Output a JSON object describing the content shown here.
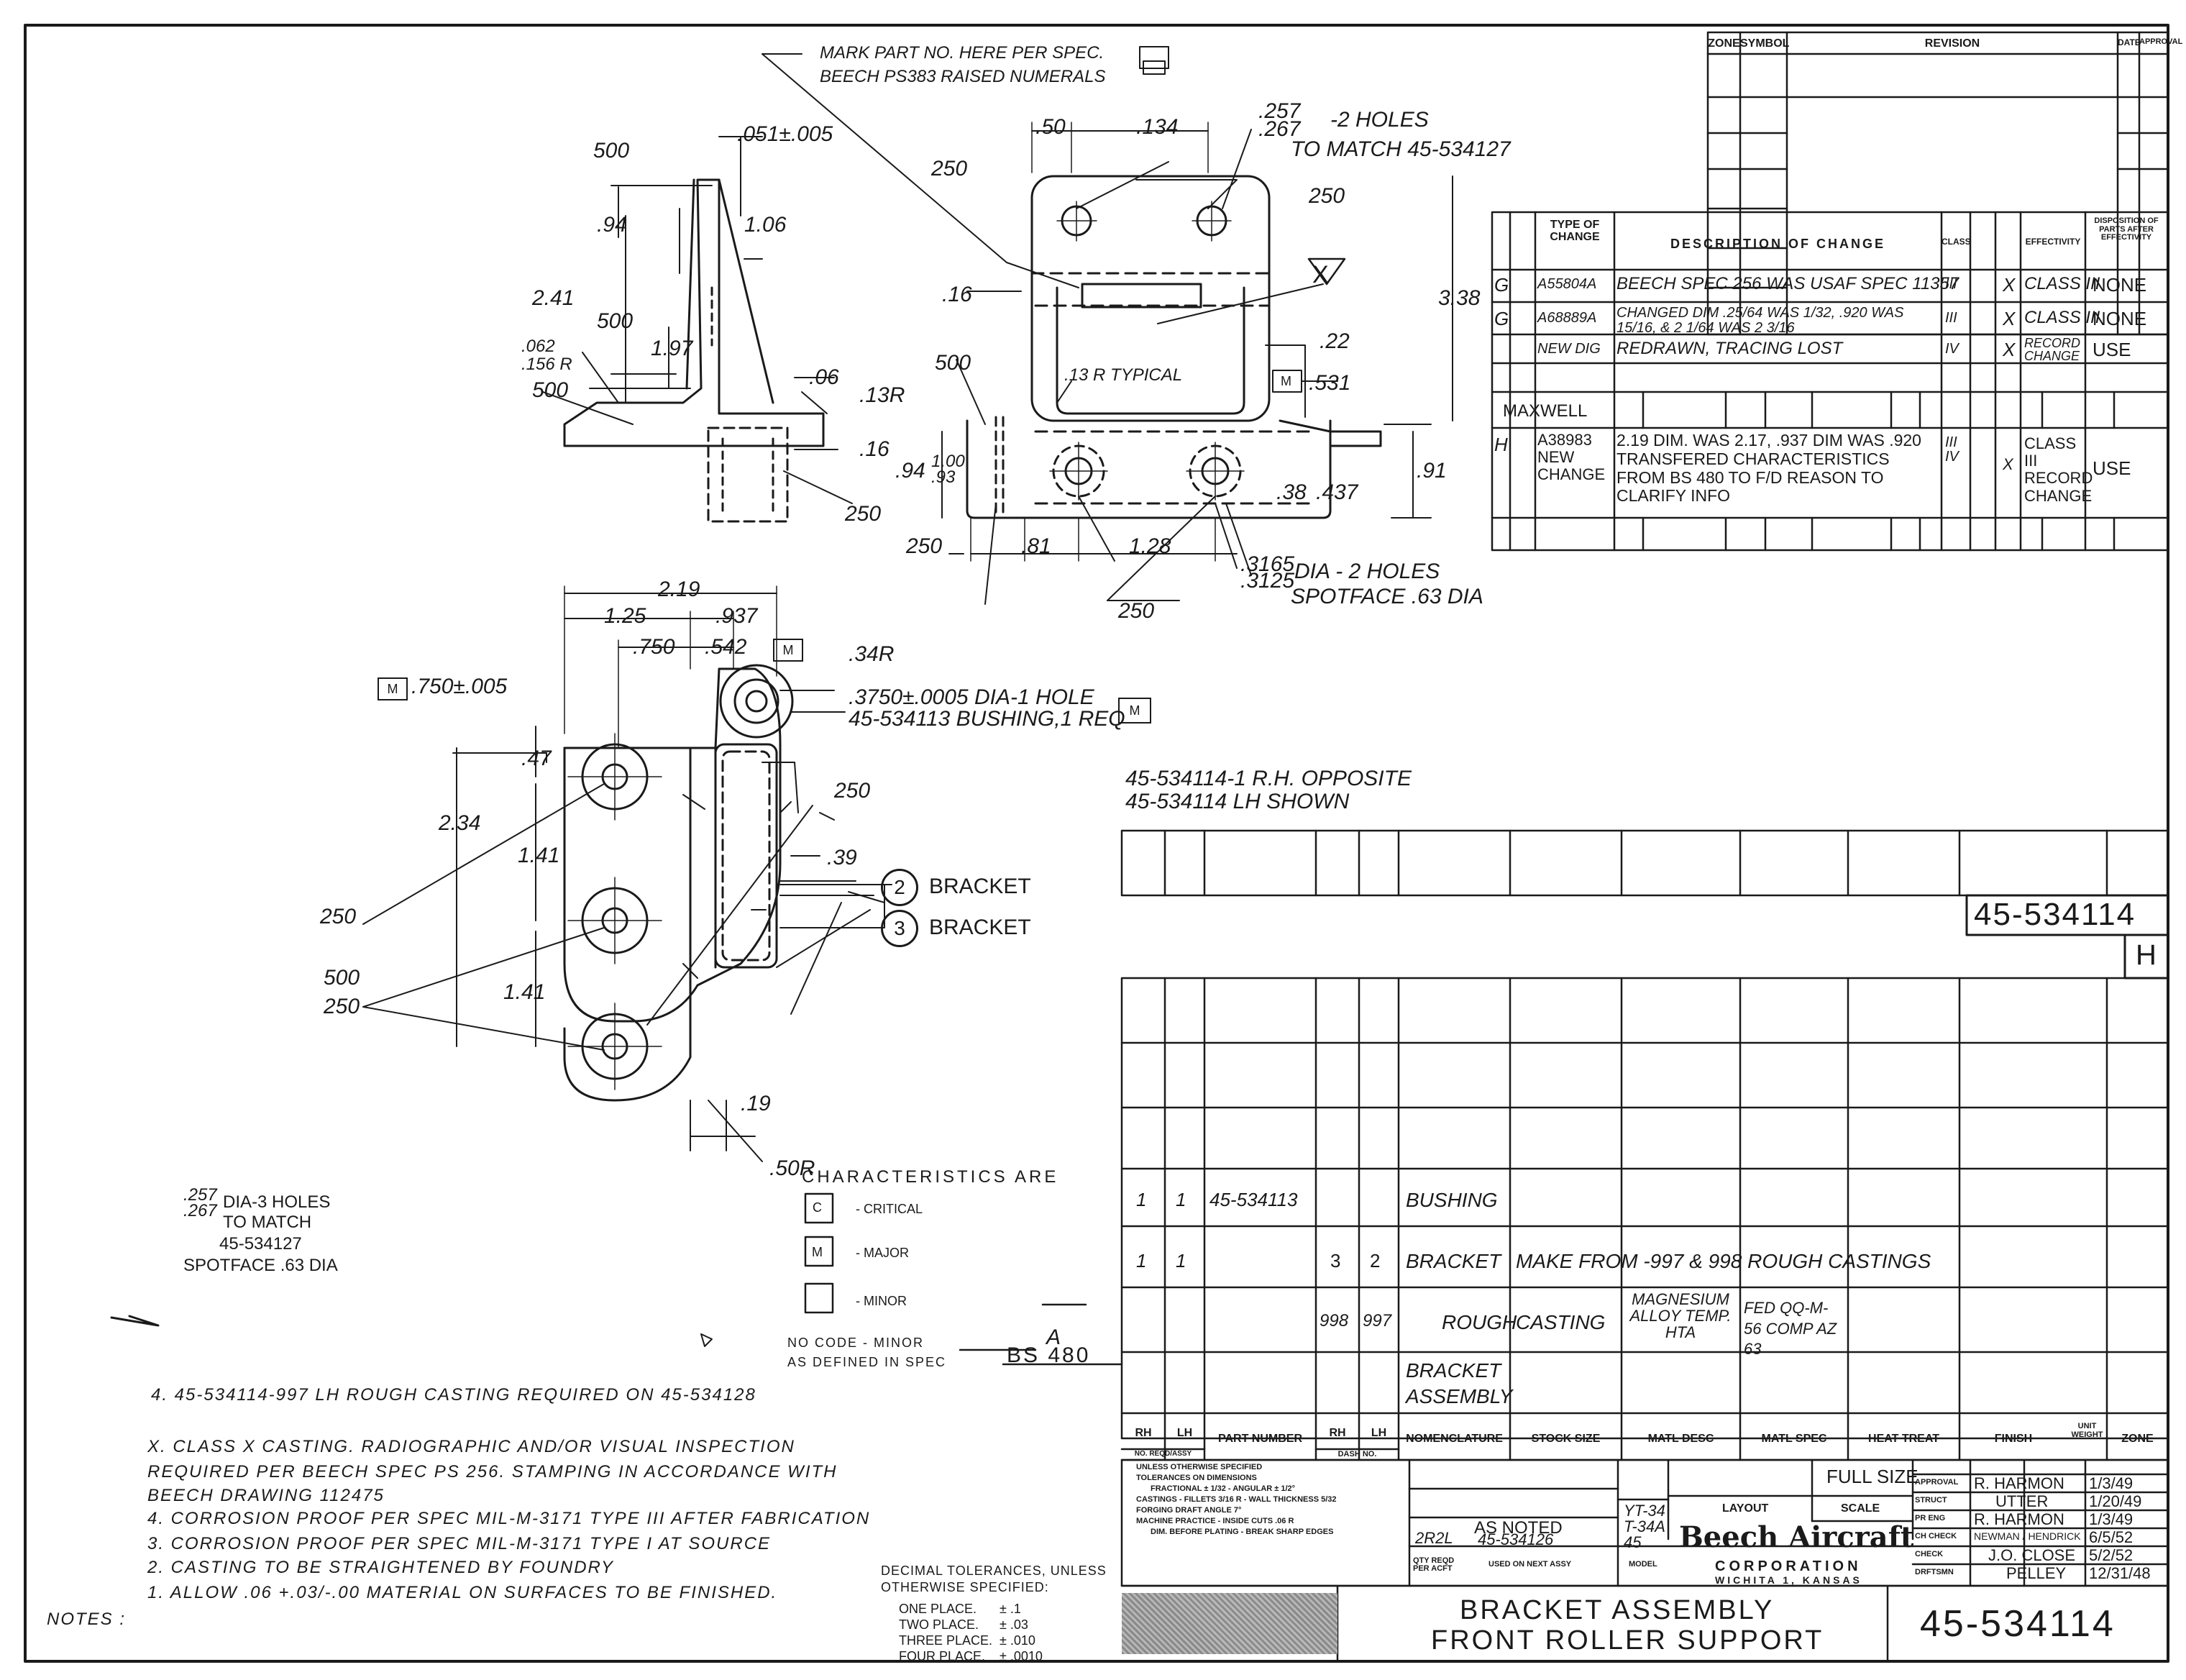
{
  "drawing_number": "45-534114",
  "revision_letter": "H",
  "title_line1": "BRACKET ASSEMBLY",
  "title_line2": "FRONT ROLLER SUPPORT",
  "top_view": {
    "mark_note_1": "MARK PART NO. HERE PER SPEC.",
    "mark_note_2": "BEECH PS383 RAISED NUMERALS",
    "dim_500": "500",
    "dim_051": ".051±.005",
    "dim_094": ".94",
    "dim_106": "1.06",
    "dim_241": "2.41",
    "dim_197": "1.97",
    "dim_062": ".062",
    "dim_156": ".156 R",
    "dim_06": ".06",
    "dim_13r": ".13R",
    "dim_16": ".16",
    "dim_250": "250",
    "dim_50": ".50",
    "dim_134": ".134",
    "holes_257": ".257",
    "holes_267": ".267",
    "holes_note": "-2 HOLES",
    "holes_match": "TO MATCH 45-534127",
    "dim_16b": ".16",
    "dim_13r_typ": ".13 R TYPICAL",
    "dim_338": "3.38",
    "dim_22": ".22",
    "dim_531": ".531",
    "dim_094b": ".94",
    "dim_100": "1.00",
    "dim_093": ".93",
    "dim_38": ".38",
    "dim_437": ".437",
    "dim_91": ".91",
    "dim_81": ".81",
    "dim_128": "1.28",
    "dim_3165": ".3165",
    "dim_3125": ".3125",
    "dia_note": "DIA - 2 HOLES",
    "spotface": "SPOTFACE .63 DIA",
    "x_symbol": "X",
    "m_symbol": "M"
  },
  "bottom_view": {
    "dim_219": "2.19",
    "dim_125": "1.25",
    "dim_937": ".937",
    "dim_750": ".750",
    "dim_542": ".542",
    "dim_34r": ".34R",
    "dim_750tol": ".750±.005",
    "bushing_hole": ".3750±.0005 DIA-1 HOLE",
    "bushing_note": "45-534113 BUSHING,1 REQ",
    "dim_47": ".47",
    "dim_234": "2.34",
    "dim_141a": "1.41",
    "dim_141b": "1.41",
    "dim_250a": "250",
    "dim_250b": "250",
    "dim_250c": "250",
    "dim_500": "500",
    "dim_39": ".39",
    "dim_19": ".19",
    "dim_50r": ".50R",
    "item2_num": "2",
    "item2": "BRACKET",
    "item3_num": "3",
    "item3": "BRACKET",
    "holes_257": ".257",
    "holes_267": ".267",
    "holes3": "DIA-3 HOLES",
    "holes3_match1": "TO MATCH",
    "holes3_match2": "45-534127",
    "holes3_spot": "SPOTFACE .63 DIA",
    "opposite_1": "45-534114-1 R.H. OPPOSITE",
    "opposite_2": "45-534114 LH SHOWN"
  },
  "characteristics": {
    "title": "CHARACTERISTICS ARE",
    "critical": "- CRITICAL",
    "major": "- MAJOR",
    "minor": "- MINOR",
    "c_box": "C",
    "m_box": "M",
    "no_code": "NO CODE - MINOR",
    "no_code_val": "A",
    "as_defined": "AS DEFINED IN SPEC",
    "spec": "BS 480"
  },
  "notes": {
    "label": "NOTES :",
    "n5": "4. 45-534114-997 LH ROUGH CASTING REQUIRED ON 45-534128",
    "nx_1": "X. CLASS X CASTING. RADIOGRAPHIC AND/OR VISUAL INSPECTION",
    "nx_2": "REQUIRED PER BEECH SPEC PS 256. STAMPING IN ACCORDANCE WITH",
    "nx_3": "BEECH DRAWING 112475",
    "n4": "4. CORROSION PROOF PER SPEC MIL-M-3171 TYPE III AFTER FABRICATION",
    "n3": "3. CORROSION PROOF PER SPEC MIL-M-3171 TYPE I AT SOURCE",
    "n2": "2. CASTING TO BE STRAIGHTENED BY FOUNDRY",
    "n1": "1. ALLOW .06 +.03/-.00 MATERIAL ON SURFACES TO BE FINISHED."
  },
  "tolerances": {
    "title1": "DECIMAL TOLERANCES, UNLESS",
    "title2": "OTHERWISE SPECIFIED:",
    "one": "ONE PLACE.",
    "one_v": "± .1",
    "two": "TWO PLACE.",
    "two_v": "± .03",
    "three": "THREE PLACE.",
    "three_v": "± .010",
    "four": "FOUR PLACE.",
    "four_v": "± .0010"
  },
  "revision_block": {
    "headers": [
      "TYPE OF CHANGE",
      "DESCRIPTION OF CHANGE",
      "CLASS",
      "EFFECTIVITY",
      "DISPOSITION OF PARTS AFTER EFFECTIVITY"
    ],
    "rows": [
      {
        "rev": "G",
        "type": "A55804A",
        "desc": "BEECH SPEC 256 WAS USAF SPEC 11357",
        "cls": "III",
        "x": "X",
        "eff": "CLASS III",
        "disp": "NONE"
      },
      {
        "rev": "G",
        "type": "A68889A",
        "desc": "CHANGED DIM .25/64 WAS 1/32, .920 WAS 15/16, & 2 1/64 WAS 2 3/16",
        "cls": "III",
        "x": "X",
        "eff": "CLASS III",
        "disp": "NONE"
      },
      {
        "rev": "",
        "type": "NEW DIG",
        "desc": "REDRAWN, TRACING LOST",
        "cls": "IV",
        "x": "X",
        "eff": "RECORD CHANGE",
        "disp": "USE"
      },
      {
        "rev": "H",
        "type": "A38983 NEW CHANGE",
        "desc": "2.19 DIM. WAS 2.17, .937 DIM WAS .920 TRANSFERED CHARACTERISTICS FROM BS 480 TO F/D REASON TO CLARIFY INFO",
        "cls": "III IV",
        "x": "X",
        "eff": "CLASS III RECORD CHANGE",
        "disp": "USE"
      }
    ],
    "signer": "MAXWELL",
    "top_header_zone": "ZONE",
    "top_header_symbol": "SYMBOL",
    "top_header_revision": "REVISION",
    "top_header_date": "DATE",
    "top_header_approval": "APPROVAL"
  },
  "bom": {
    "rows": [
      {
        "lh": "1",
        "rh": "1",
        "part": "45-534113",
        "dash_rh": "",
        "dash_lh": "",
        "nomen": "BUSHING",
        "stock": "",
        "matl_desc": "",
        "matl_spec": ""
      },
      {
        "lh": "1",
        "rh": "1",
        "part": "",
        "dash_rh": "3",
        "dash_lh": "2",
        "nomen": "BRACKET",
        "stock": "MAKE FROM -997 & 998 ROUGH CASTINGS",
        "matl_desc": "",
        "matl_spec": ""
      },
      {
        "lh": "",
        "rh": "",
        "part": "",
        "dash_rh": "998",
        "dash_lh": "997",
        "nomen": "ROUGH",
        "stock": "CASTING",
        "matl_desc": "MAGNESIUM ALLOY TEMP. HTA",
        "matl_spec": "FED QQ-M-56 COMP AZ 63"
      },
      {
        "lh": "",
        "rh": "",
        "part": "",
        "dash_rh": "",
        "dash_lh": "",
        "nomen": "BRACKET ASSEMBLY",
        "stock": "",
        "matl_desc": "",
        "matl_spec": ""
      }
    ],
    "headers": {
      "rh": "RH",
      "lh": "LH",
      "no_reqd": "NO. REQD/ASSY",
      "part": "PART NUMBER",
      "dash_rh": "RH",
      "dash_lh": "LH",
      "dash_no": "DASH NO.",
      "nomen": "NOMENCLATURE",
      "stock": "STOCK SIZE",
      "matl_desc": "MATL DESC",
      "matl_spec": "MATL SPEC",
      "heat": "HEAT TREAT",
      "finish": "FINISH",
      "unit_weight": "UNIT WEIGHT",
      "zone": "ZONE"
    }
  },
  "title_block": {
    "tol_1": "UNLESS OTHERWISE SPECIFIED",
    "tol_2": "TOLERANCES ON DIMENSIONS",
    "tol_3": "FRACTIONAL ± 1/32 - ANGULAR ± 1/2°",
    "tol_4": "CASTINGS - FILLETS 3/16 R - WALL THICKNESS 5/32",
    "tol_5": "FORGING DRAFT ANGLE 7°",
    "tol_6": "MACHINE PRACTICE - INSIDE CUTS .06 R",
    "tol_7": "DIM. BEFORE PLATING - BREAK SHARP EDGES",
    "scale_val": "FULL SIZE",
    "scale": "SCALE",
    "layout": "LAYOUT",
    "as_noted": "AS NOTED",
    "used_on": "45-534126",
    "qty": "2R2L",
    "qty_lbl": "QTY REQD PER ACFT",
    "used_lbl": "USED ON NEXT ASSY",
    "model": "YT-34 T-34A 45",
    "model_lbl": "MODEL",
    "company": "Beech Aircraft",
    "corp": "CORPORATION",
    "city": "WICHITA 1, KANSAS",
    "approvals": [
      {
        "role": "APPROVAL",
        "name": "R. HARMON",
        "date": "1/3/49"
      },
      {
        "role": "STRUCT",
        "name": "UTTER",
        "date": "1/20/49"
      },
      {
        "role": "PR ENG",
        "name": "R. HARMON",
        "date": "1/3/49"
      },
      {
        "role": "CH CHECK",
        "name": "NEWMAN / HENDRICK",
        "date": "6/5/52"
      },
      {
        "role": "CHECK",
        "name": "J.O. CLOSE",
        "date": "5/2/52"
      },
      {
        "role": "DRFTSMN",
        "name": "PELLEY",
        "date": "12/31/48"
      }
    ]
  }
}
